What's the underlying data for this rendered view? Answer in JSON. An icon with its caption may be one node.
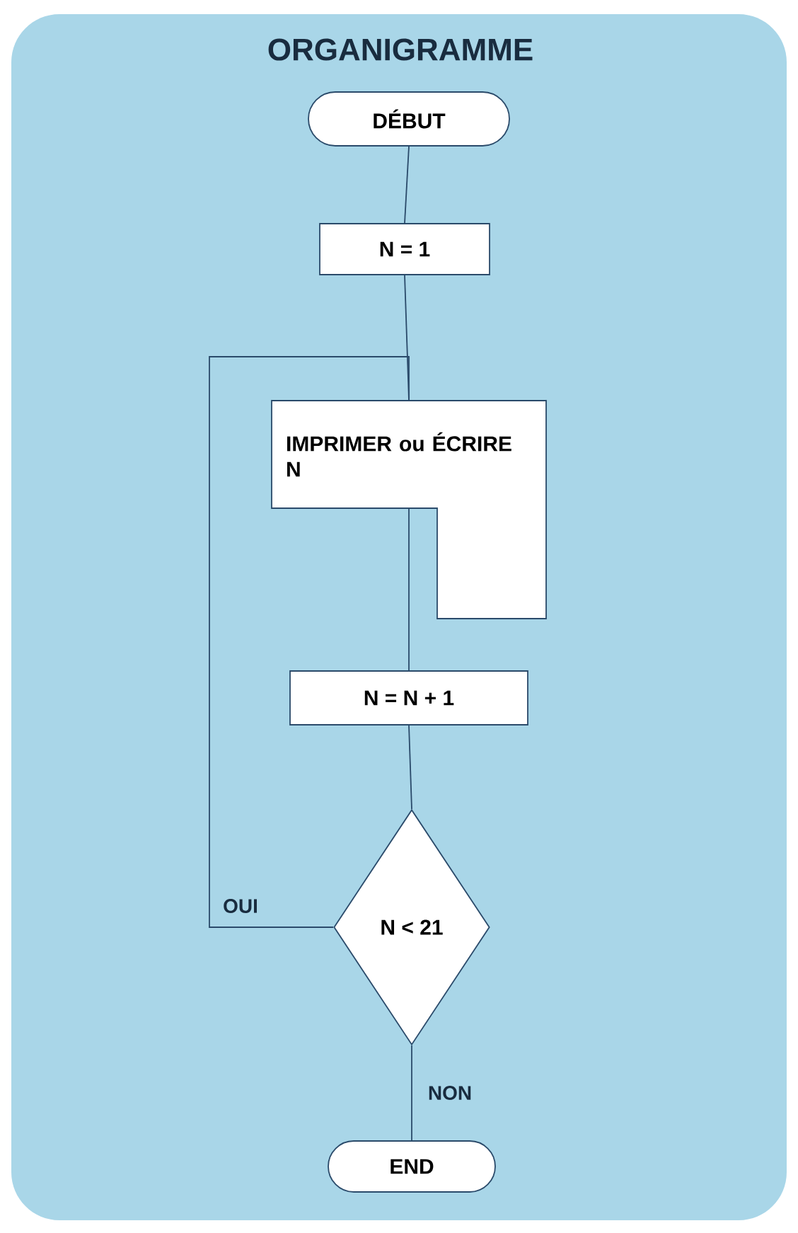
{
  "diagram": {
    "title": "ORGANIGRAMME",
    "nodes": [
      {
        "text": [
          "DÉBUT"
        ]
      },
      {
        "text": [
          "N = 1"
        ]
      },
      {
        "text": [
          "IMPRIMER ou ÉCRIRE N"
        ]
      },
      {
        "text": [
          "N = N + 1"
        ]
      },
      {
        "text": [
          "N < 21"
        ]
      },
      {
        "text": [
          "END"
        ]
      }
    ],
    "edges": [
      {
        "from": 0,
        "to": 1,
        "arrow": "none"
      },
      {
        "from": 1,
        "to": 2,
        "arrow": "none"
      },
      {
        "from": 2,
        "to": 3,
        "arrow": "none"
      },
      {
        "from": 3,
        "to": 4,
        "arrow": "none"
      },
      {
        "from": 4,
        "to": 2,
        "arrow": "none",
        "label": "OUI"
      },
      {
        "from": 4,
        "to": 5,
        "arrow": "none",
        "label": "NON"
      }
    ]
  }
}
